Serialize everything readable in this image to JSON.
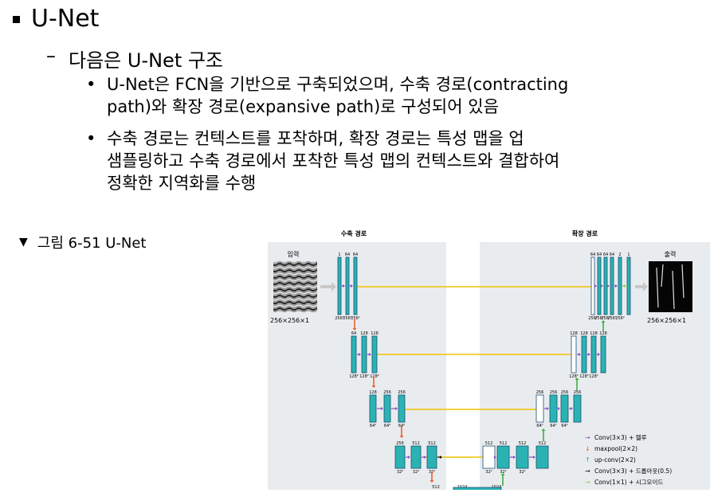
{
  "heading": "U-Net",
  "subheading": "다음은 U-Net 구조",
  "bullets": [
    "U-Net은 FCN을 기반으로 구축되었으며, 수축 경로(contracting\npath)와 확장 경로(expansive path)로 구성되어 있음",
    "수축 경로는 컨텍스트를 포착하며, 확장 경로는 특성 맵을 업\n샘플링하고 수축 경로에서 포착한 특성 맵의 컨텍스트와 결합하여\n정확한 지역화를 수행"
  ],
  "figure": {
    "caption_marker": "▼",
    "caption": "그림 6-51 U-Net",
    "contracting_label": "수축 경로",
    "expansive_label": "확장 경로",
    "input_label": "입력",
    "output_label": "출력",
    "input_size": "256×256×1",
    "output_size": "256×256×1",
    "enc1_channels": [
      "1",
      "64",
      "64"
    ],
    "enc1_sizes": [
      "256²",
      "256²",
      "256²"
    ],
    "enc2_channels": [
      "64",
      "128",
      "128"
    ],
    "enc2_sizes": [
      "128²",
      "128²",
      "128²"
    ],
    "enc3_channels": [
      "128",
      "256",
      "256"
    ],
    "enc3_sizes": [
      "64²",
      "64²",
      "64²"
    ],
    "enc4_channels": [
      "256",
      "512",
      "512"
    ],
    "enc4_sizes": [
      "32²",
      "32²",
      "32²"
    ],
    "bottom_channels": [
      "512",
      "1024",
      "1024"
    ],
    "dec4_channels": [
      "512",
      "512",
      "512",
      "512"
    ],
    "dec4_sizes": [
      "32²",
      "32²",
      "32²"
    ],
    "dec3_channels": [
      "256",
      "256",
      "256",
      "256"
    ],
    "dec3_sizes": [
      "64²",
      "64²",
      "64²"
    ],
    "dec2_channels": [
      "128",
      "128",
      "128",
      "128"
    ],
    "dec2_sizes": [
      "128²",
      "128²",
      "128²"
    ],
    "dec1_channels": [
      "64",
      "64",
      "64",
      "64",
      "2",
      "1"
    ],
    "dec1_sizes": [
      "256²",
      "256²",
      "256²",
      "256²",
      "256²"
    ],
    "legend": [
      {
        "symbol": "→",
        "color": "#8a4fc9",
        "label": "Conv(3×3) + 렐루"
      },
      {
        "symbol": "↓",
        "color": "#e8622c",
        "label": "maxpool(2×2)"
      },
      {
        "symbol": "↑",
        "color": "#3fae49",
        "label": "up-conv(2×2)"
      },
      {
        "symbol": "→",
        "color": "#111111",
        "label": "Conv(3×3) + 드롭아웃(0.5)"
      },
      {
        "symbol": "→",
        "color": "#8ccf4a",
        "label": "Conv(1×1) + 시그모이드"
      }
    ],
    "colors": {
      "block": "#2bb3b3",
      "skip": "#f2c200",
      "panel": "#e9ecef"
    }
  }
}
